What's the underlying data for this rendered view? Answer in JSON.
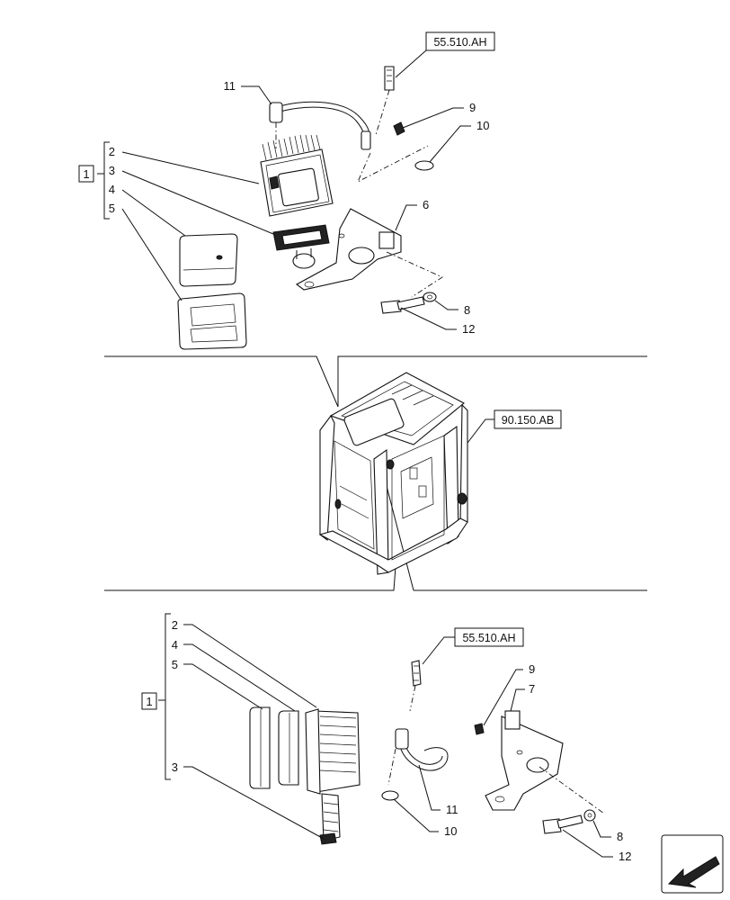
{
  "references": {
    "top_connector": "55.510.AH",
    "cab": "90.150.AB",
    "bottom_connector": "55.510.AH"
  },
  "kit_label": "1",
  "top_group": {
    "labels": {
      "p2": "2",
      "p3": "3",
      "p4": "4",
      "p5": "5",
      "p6": "6",
      "p8": "8",
      "p9": "9",
      "p10": "10",
      "p11": "11",
      "p12": "12"
    }
  },
  "bottom_group": {
    "labels": {
      "p2": "2",
      "p3": "3",
      "p4": "4",
      "p5": "5",
      "p7": "7",
      "p8": "8",
      "p9": "9",
      "p10": "10",
      "p11": "11",
      "p12": "12"
    }
  },
  "icons": {
    "navigation": "arrow-back-icon"
  }
}
